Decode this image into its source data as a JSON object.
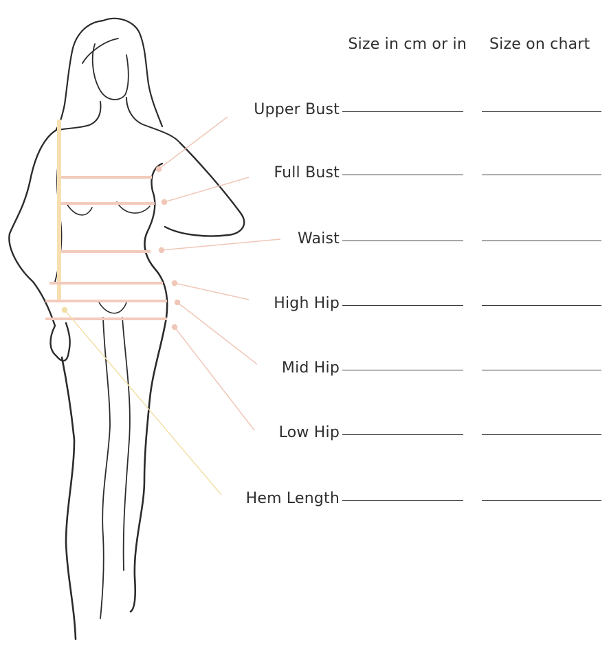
{
  "headers": {
    "size_input": "Size in cm or in",
    "size_chart": "Size on chart"
  },
  "measurements": [
    {
      "label": "Upper Bust"
    },
    {
      "label": "Full Bust"
    },
    {
      "label": "Waist"
    },
    {
      "label": "High Hip"
    },
    {
      "label": "Mid Hip"
    },
    {
      "label": "Low Hip"
    },
    {
      "label": "Hem Length"
    }
  ],
  "colors": {
    "outline": "#2b2b2b",
    "band": "#f2cbbd",
    "leader": "#f0c7b7",
    "hem_bar": "#f7dfb2",
    "hem_leader": "#f2dfa6",
    "rule": "#3a3a3a"
  }
}
